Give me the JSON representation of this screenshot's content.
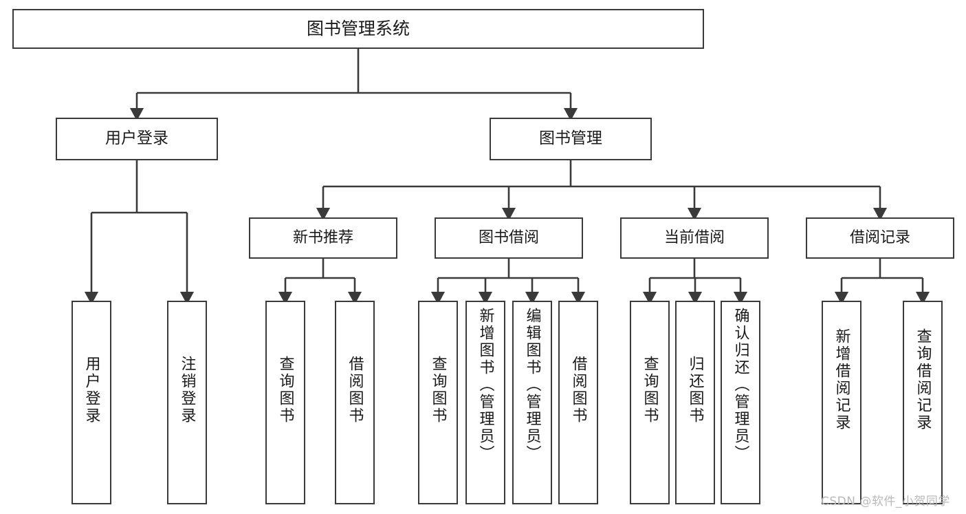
{
  "diagram": {
    "title": "图书管理系统",
    "type": "hierarchy-tree",
    "watermark": "CSDN @软件_小贺同学",
    "colors": {
      "box_border": "#3a3a3a",
      "box_fill": "#ffffff",
      "connector": "#3a3a3a",
      "text": "#1a1a1a",
      "watermark": "#b9b9b9",
      "background": "#ffffff"
    },
    "nodes": {
      "root": {
        "label": "图书管理系统",
        "level": 0,
        "orientation": "horizontal"
      },
      "user_login": {
        "label": "用户登录",
        "level": 1,
        "orientation": "horizontal"
      },
      "book_manage": {
        "label": "图书管理",
        "level": 1,
        "orientation": "horizontal"
      },
      "new_book_rec": {
        "label": "新书推荐",
        "level": 2,
        "orientation": "horizontal"
      },
      "book_borrow": {
        "label": "图书借阅",
        "level": 2,
        "orientation": "horizontal"
      },
      "current_borrow": {
        "label": "当前借阅",
        "level": 2,
        "orientation": "horizontal"
      },
      "borrow_record": {
        "label": "借阅记录",
        "level": 2,
        "orientation": "horizontal"
      },
      "leaf_user_login": {
        "label": "用户登录",
        "level": 3,
        "orientation": "vertical"
      },
      "leaf_logout": {
        "label": "注销登录",
        "level": 3,
        "orientation": "vertical"
      },
      "leaf_query_book_1": {
        "label": "查询图书",
        "level": 3,
        "orientation": "vertical"
      },
      "leaf_borrow_book_1": {
        "label": "借阅图书",
        "level": 3,
        "orientation": "vertical"
      },
      "leaf_query_book_2": {
        "label": "查询图书",
        "level": 3,
        "orientation": "vertical"
      },
      "leaf_add_book": {
        "label": "新增图书（管理员）",
        "level": 3,
        "orientation": "vertical"
      },
      "leaf_edit_book": {
        "label": "编辑图书（管理员）",
        "level": 3,
        "orientation": "vertical"
      },
      "leaf_borrow_book_2": {
        "label": "借阅图书",
        "level": 3,
        "orientation": "vertical"
      },
      "leaf_query_book_3": {
        "label": "查询图书",
        "level": 3,
        "orientation": "vertical"
      },
      "leaf_return_book": {
        "label": "归还图书",
        "level": 3,
        "orientation": "vertical"
      },
      "leaf_confirm_return": {
        "label": "确认归还（管理员）",
        "level": 3,
        "orientation": "vertical"
      },
      "leaf_add_record": {
        "label": "新增借阅记录",
        "level": 3,
        "orientation": "vertical"
      },
      "leaf_query_record": {
        "label": "查询借阅记录",
        "level": 3,
        "orientation": "vertical"
      }
    },
    "edges": [
      {
        "from": "root",
        "to": "user_login"
      },
      {
        "from": "root",
        "to": "book_manage"
      },
      {
        "from": "user_login",
        "to": "leaf_user_login"
      },
      {
        "from": "user_login",
        "to": "leaf_logout"
      },
      {
        "from": "book_manage",
        "to": "new_book_rec"
      },
      {
        "from": "book_manage",
        "to": "book_borrow"
      },
      {
        "from": "book_manage",
        "to": "current_borrow"
      },
      {
        "from": "book_manage",
        "to": "borrow_record"
      },
      {
        "from": "new_book_rec",
        "to": "leaf_query_book_1"
      },
      {
        "from": "new_book_rec",
        "to": "leaf_borrow_book_1"
      },
      {
        "from": "book_borrow",
        "to": "leaf_query_book_2"
      },
      {
        "from": "book_borrow",
        "to": "leaf_add_book"
      },
      {
        "from": "book_borrow",
        "to": "leaf_edit_book"
      },
      {
        "from": "book_borrow",
        "to": "leaf_borrow_book_2"
      },
      {
        "from": "current_borrow",
        "to": "leaf_query_book_3"
      },
      {
        "from": "current_borrow",
        "to": "leaf_return_book"
      },
      {
        "from": "current_borrow",
        "to": "leaf_confirm_return"
      },
      {
        "from": "borrow_record",
        "to": "leaf_add_record"
      },
      {
        "from": "borrow_record",
        "to": "leaf_query_record"
      }
    ]
  }
}
